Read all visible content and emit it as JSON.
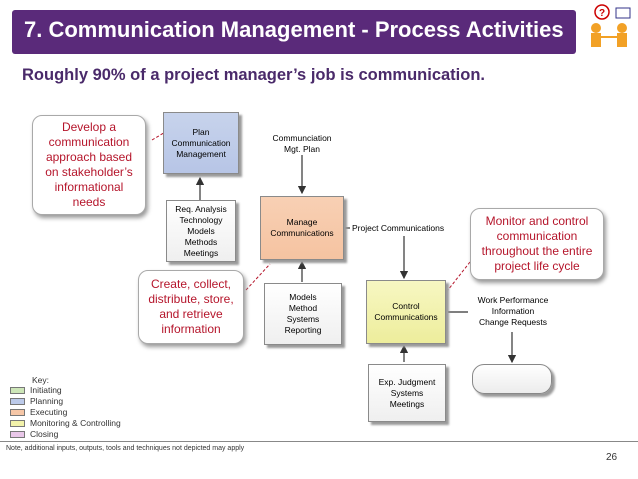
{
  "slide": {
    "title": "7. Communication Management - Process Activities",
    "subtitle": "Roughly 90% of a project manager’s job is communication.",
    "page_number": "26",
    "note": "Note, additional inputs, outputs, tools and techniques not depicted may apply"
  },
  "icon": {
    "name": "people-question-icon",
    "glyph": "?"
  },
  "processes": {
    "plan": "Plan\nCommunication\nManagement",
    "manage": "Manage\nCommunications",
    "control": "Control\nCommunications"
  },
  "inputs": {
    "plan_tools": "Req. Analysis\nTechnology\nModels\nMethods\nMeetings",
    "manage_tools": "Models\nMethod\nSystems\nReporting",
    "control_tools": "Exp. Judgment\nSystems\nMeetings"
  },
  "labels": {
    "plan_output": "Communciation\nMgt. Plan",
    "manage_output": "Project Communications",
    "control_output": "Work Performance\nInformation\nChange Requests"
  },
  "callouts": {
    "develop": "Develop a communication approach based on stakeholder’s informational needs",
    "create": "Create, collect, distribute, store, and retrieve information",
    "monitor": "Monitor and control communication throughout the entire project life cycle"
  },
  "key": {
    "title": "Key:",
    "items": [
      {
        "label": "Initiating",
        "color": "#cde6b8"
      },
      {
        "label": "Planning",
        "color": "#bccaea"
      },
      {
        "label": "Executing",
        "color": "#f6c7a7"
      },
      {
        "label": "Monitoring & Controlling",
        "color": "#f2f2aa"
      },
      {
        "label": "Closing",
        "color": "#e9c7e9"
      }
    ]
  }
}
